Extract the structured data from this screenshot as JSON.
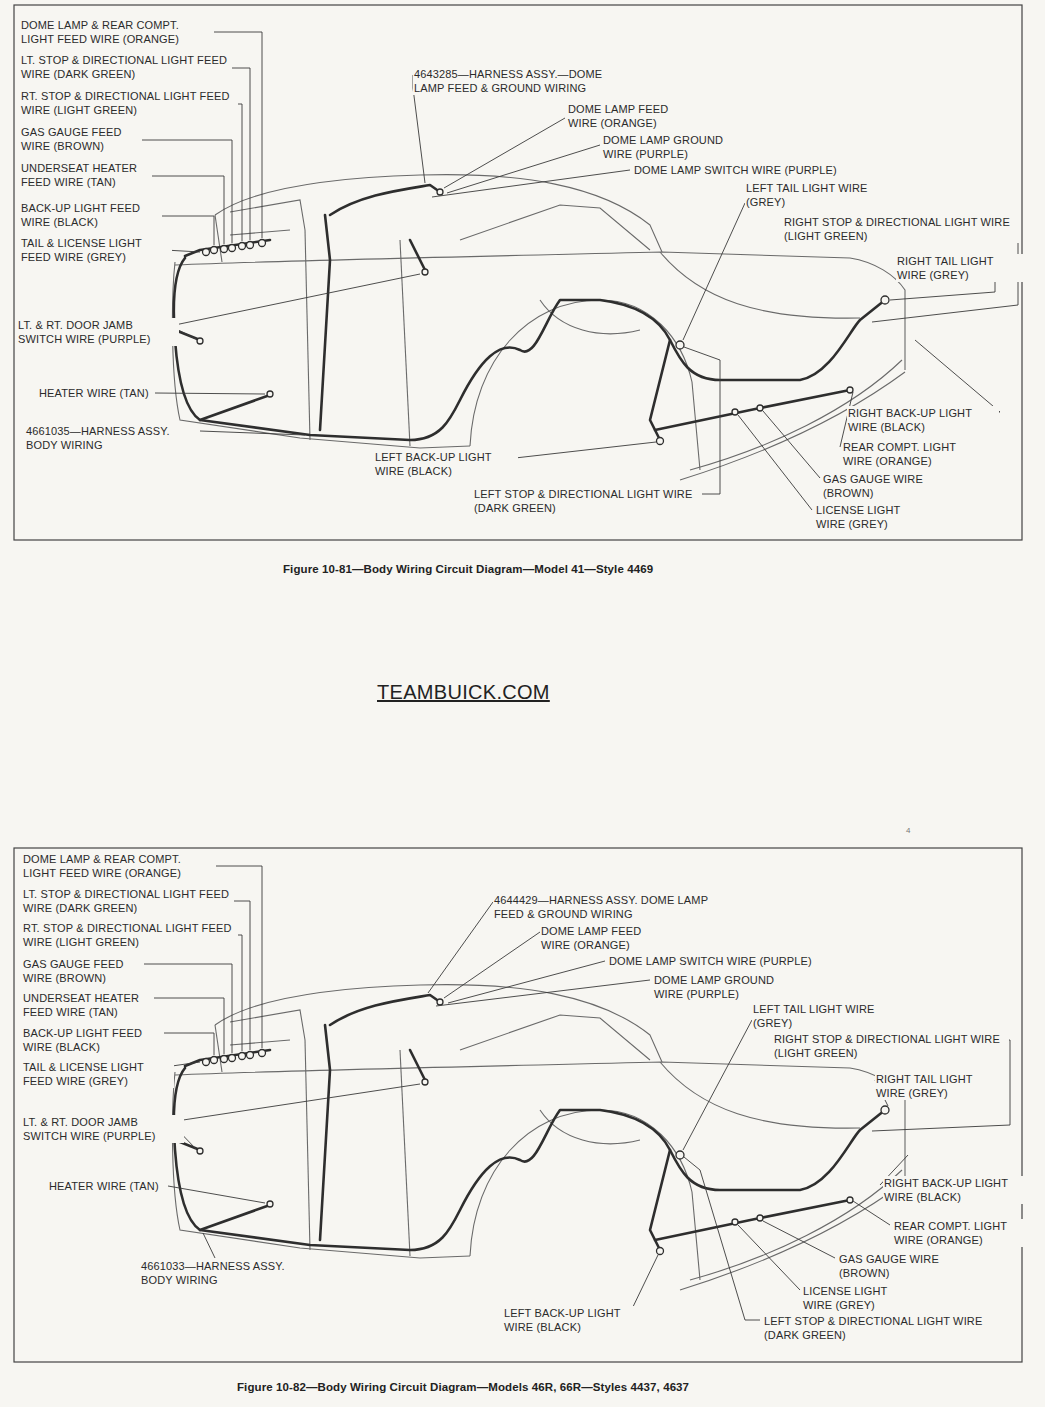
{
  "diagram": {
    "labels": [
      "DOME LAMP & REAR COMPT. LIGHT FEED WIRE (ORANGE)",
      "LT. STOP & DIRECTIONAL LIGHT FEED WIRE (DARK GREEN)",
      "RT. STOP & DIRECTIONAL LIGHT FEED WIRE (LIGHT GREEN)",
      "GAS GAUGE FEED WIRE (BROWN)",
      "UNDERSEAT HEATER FEED WIRE (TAN)",
      "BACK-UP LIGHT FEED WIRE (BLACK)",
      "TAIL & LICENSE LIGHT FEED WIRE (GREY)",
      "LT. & RT. DOOR JAMB SWITCH WIRE (PURPLE)",
      "HEATER WIRE (TAN)",
      "4661035—HARNESS ASSY. BODY WIRING",
      "4643285—HARNESS ASSY.—DOME LAMP FEED & GROUND WIRING",
      "DOME LAMP FEED WIRE (ORANGE)",
      "DOME LAMP GROUND WIRE (PURPLE)",
      "DOME LAMP SWITCH WIRE (PURPLE)",
      "LEFT TAIL LIGHT WIRE (GREY)",
      "RIGHT STOP & DIRECTIONAL LIGHT WIRE (LIGHT GREEN)",
      "RIGHT TAIL LIGHT WIRE (GREY)",
      "RIGHT BACK-UP LIGHT WIRE (BLACK)",
      "REAR COMPT. LIGHT WIRE (ORANGE)",
      "GAS GAUGE WIRE (BROWN)",
      "LICENSE LIGHT WIRE (GREY)",
      "LEFT STOP & DIRECTIONAL LIGHT WIRE (DARK GREEN)",
      "LEFT BACK-UP LIGHT WIRE (BLACK)",
      "Figure 10-81—Body Wiring Circuit Diagram—Model 41—Style 4469",
      "TEAMBUICK.COM",
      "4",
      "DOME LAMP & REAR COMPT. LIGHT FEED WIRE (ORANGE)",
      "LT. STOP & DIRECTIONAL LIGHT FEED WIRE (DARK GREEN)",
      "RT. STOP & DIRECTIONAL LIGHT FEED WIRE (LIGHT GREEN)",
      "GAS GAUGE FEED WIRE (BROWN)",
      "UNDERSEAT HEATER FEED WIRE (TAN)",
      "BACK-UP LIGHT FEED WIRE (BLACK)",
      "TAIL & LICENSE LIGHT FEED WIRE (GREY)",
      "LT. & RT. DOOR JAMB SWITCH WIRE (PURPLE)",
      "HEATER WIRE (TAN)",
      "4661033—HARNESS ASSY. BODY WIRING",
      "4644429—HARNESS ASSY. DOME LAMP FEED & GROUND WIRING",
      "DOME LAMP FEED WIRE (ORANGE)",
      "DOME LAMP SWITCH WIRE (PURPLE)",
      "DOME LAMP GROUND WIRE (PURPLE)",
      "LEFT TAIL LIGHT WIRE (GREY)",
      "RIGHT STOP & DIRECTIONAL LIGHT WIRE (LIGHT GREEN)",
      "RIGHT TAIL LIGHT WIRE (GREY)",
      "RIGHT BACK-UP LIGHT WIRE (BLACK)",
      "REAR COMPT. LIGHT WIRE (ORANGE)",
      "GAS GAUGE WIRE (BROWN)",
      "LICENSE LIGHT WIRE (GREY)",
      "LEFT STOP & DIRECTIONAL LIGHT WIRE (DARK GREEN)",
      "LEFT BACK-UP LIGHT WIRE (BLACK)",
      "Figure 10-82—Body Wiring Circuit Diagram—Models 46R, 66R—Styles 4437, 4637"
    ]
  }
}
